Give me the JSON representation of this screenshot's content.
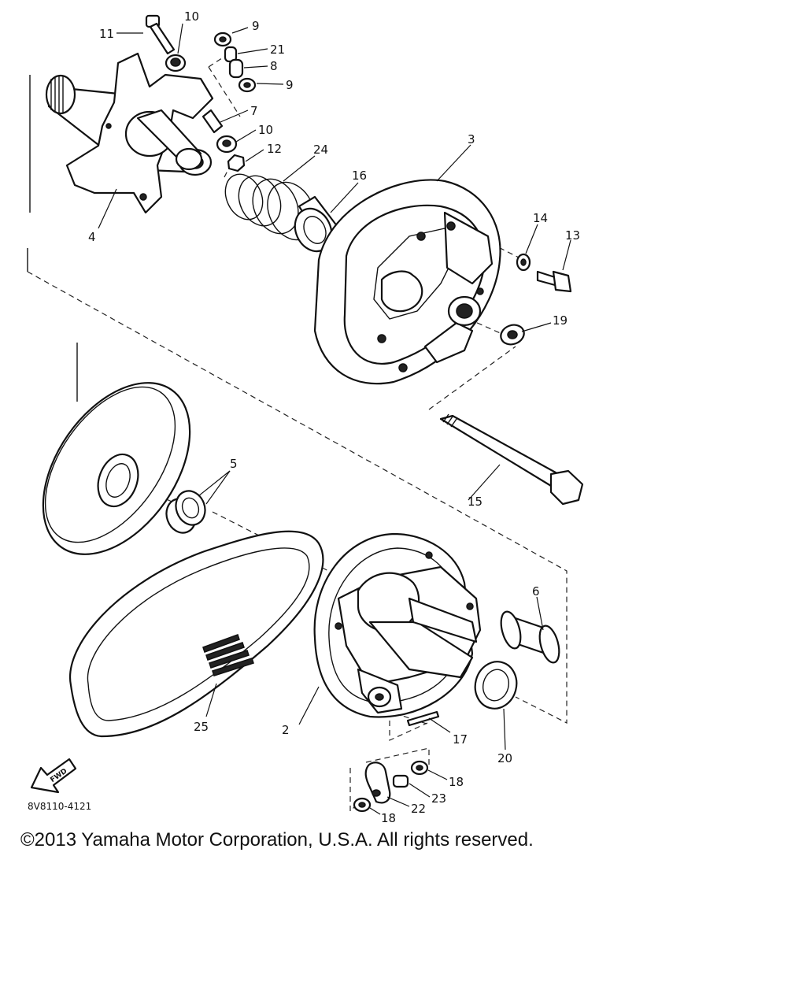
{
  "diagram": {
    "callouts": {
      "c1": "11",
      "c2": "10",
      "c3": "9",
      "c4": "21",
      "c5": "8",
      "c6": "9",
      "c7": "7",
      "c8": "10",
      "c9": "12",
      "c10": "24",
      "c11": "16",
      "c12": "3",
      "c13": "4",
      "c14": "14",
      "c15": "13",
      "c16": "19",
      "c17": "5",
      "c18": "15",
      "c19": "6",
      "c20": "2",
      "c21": "25",
      "c22": "17",
      "c23": "20",
      "c24": "18",
      "c25": "23",
      "c26": "22",
      "c27": "18"
    },
    "part_code": "8V8110-4121",
    "fwd_label": "FWD"
  },
  "footer": {
    "copyright": "©2013 Yamaha Motor Corporation, U.S.A. All rights reserved."
  }
}
